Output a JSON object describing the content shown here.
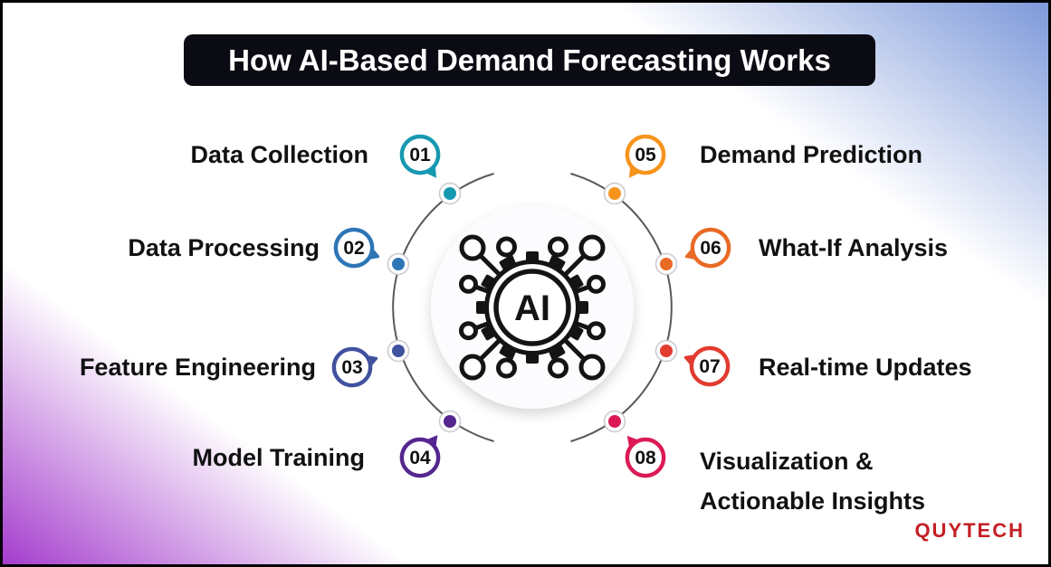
{
  "title": "How AI-Based Demand Forecasting Works",
  "center_icon": {
    "label": "AI"
  },
  "brand": {
    "logo": "QUYTECH",
    "color": "#c41f24"
  },
  "steps": [
    {
      "num": "01",
      "label": "Data Collection",
      "color": "#1798b1",
      "side": "left"
    },
    {
      "num": "02",
      "label": "Data Processing",
      "color": "#2e75b6",
      "side": "left"
    },
    {
      "num": "03",
      "label": "Feature Engineering",
      "color": "#40519e",
      "side": "left"
    },
    {
      "num": "04",
      "label": "Model Training",
      "color": "#55268e",
      "side": "left"
    },
    {
      "num": "05",
      "label": "Demand Prediction",
      "color": "#f7941d",
      "side": "right"
    },
    {
      "num": "06",
      "label": "What-If Analysis",
      "color": "#e96a25",
      "side": "right"
    },
    {
      "num": "07",
      "label": "Real-time Updates",
      "color": "#e23b30",
      "side": "right"
    },
    {
      "num": "08",
      "label": "Visualization & Actionable Insights",
      "line1": "Visualization &",
      "line2": "Actionable Insights",
      "color": "#db1a55",
      "side": "right"
    }
  ]
}
